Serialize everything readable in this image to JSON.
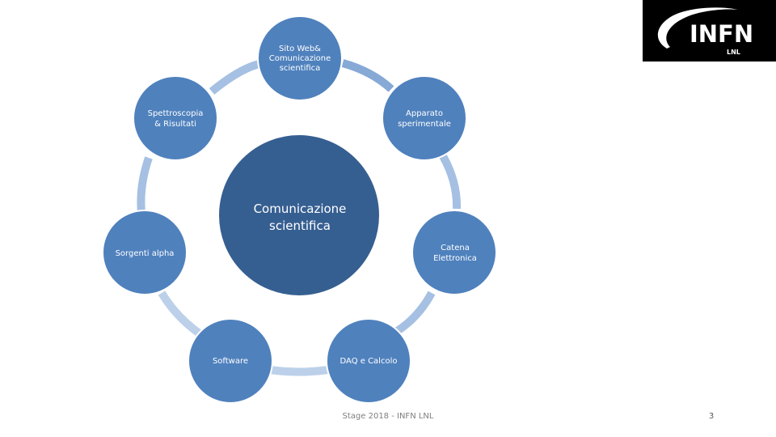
{
  "diagram": {
    "center": {
      "line1": "Comunicazione",
      "line2": "scientifica"
    },
    "nodes": [
      {
        "lines": [
          "Sito Web&",
          "Comunicazione",
          "scientifica"
        ]
      },
      {
        "lines": [
          "Apparato",
          "sperimentale"
        ]
      },
      {
        "lines": [
          "Catena",
          "Elettronica"
        ]
      },
      {
        "lines": [
          "DAQ e Calcolo"
        ]
      },
      {
        "lines": [
          "Software"
        ]
      },
      {
        "lines": [
          "Sorgenti alpha"
        ]
      },
      {
        "lines": [
          "Spettroscopia",
          "& Risultati"
        ]
      }
    ]
  },
  "logo": {
    "text": "INFN",
    "subtext": "LNL"
  },
  "footer": {
    "text": "Stage 2018 - INFN LNL",
    "page_number": "3"
  },
  "colors": {
    "node_fill": "#4f81bd",
    "node_stroke": "#ffffff",
    "center_fill": "#365f91",
    "ring_arc": "#a5c0e2"
  }
}
